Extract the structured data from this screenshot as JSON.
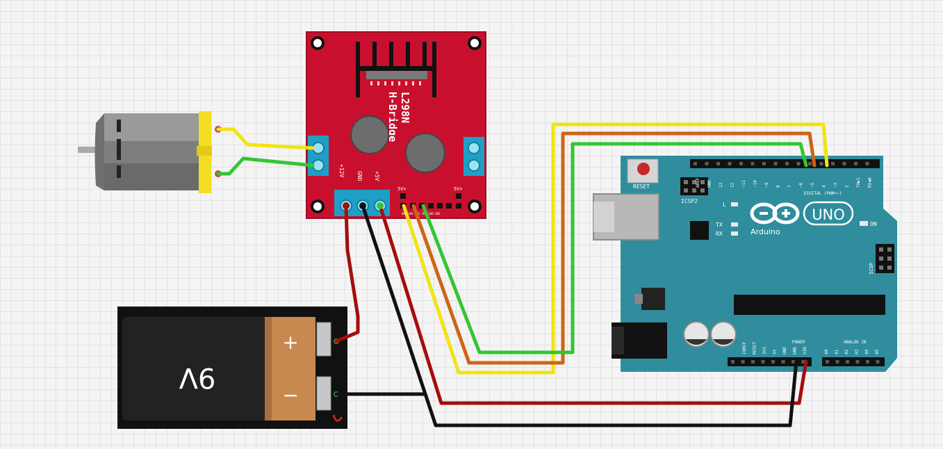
{
  "driver": {
    "model": "L298N",
    "type": "H-Bridge",
    "pin_12v": "+12V",
    "pin_gnd": "GND",
    "pin_5v": "+5V",
    "jumper_left": "5V+",
    "jumper_right": "5V+",
    "header_labels": "EN1 IN1 IN2 IN3 IN4 EN2"
  },
  "arduino": {
    "brand": "Arduino",
    "model": "UNO",
    "reset_label": "RESET",
    "icsp2_label": "ICSP2",
    "icsp_label": "ICSP",
    "led_l": "L",
    "led_tx": "TX",
    "led_rx": "RX",
    "led_on": "ON",
    "digital_label": "DIGITAL (PWM=~)",
    "power_label": "POWER",
    "analog_label": "ANALOG IN",
    "digital_pins": [
      "AREF",
      "GND",
      "13",
      "12",
      "~11",
      "~10",
      "~9",
      "8",
      "7",
      "~6",
      "~5",
      "4",
      "~3",
      "2",
      "TX▶1",
      "RX◀0"
    ],
    "power_pins": [
      "IOREF",
      "RESET",
      "3V3",
      "5V",
      "GND",
      "GND",
      "VIN"
    ],
    "analog_pins": [
      "A0",
      "A1",
      "A2",
      "A3",
      "A4",
      "A5"
    ]
  },
  "battery": {
    "label": "9V",
    "plus": "+",
    "minus": "−"
  },
  "colors": {
    "driver_board": "#c8102e",
    "arduino_board": "#2f8d9d",
    "wire_red": "#a50d0d",
    "wire_black": "#111111",
    "wire_yellow": "#f2e313",
    "wire_orange": "#cf6414",
    "wire_green": "#33c633",
    "battery_copper": "#c8894f",
    "terminal_blue": "#2bb6d8"
  }
}
